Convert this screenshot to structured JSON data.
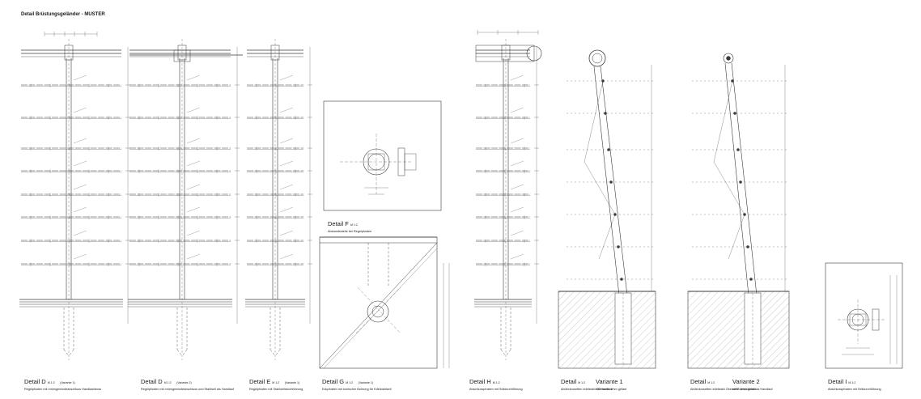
{
  "sheet": {
    "title": "Detail Brüstungsgeländer - MUSTER",
    "line_color": "#3a3a3a",
    "hatch_color": "#9a9a9a"
  },
  "details": [
    {
      "name": "Detail D",
      "scale": "M 1:2",
      "variant": "(Variante 1)",
      "caption": "Regelpfosten mit Innengewindeanschluss Handlaufstoss"
    },
    {
      "name": "Detail D",
      "scale": "M 1:2",
      "variant": "(Variante 2)",
      "caption": "Regelpfosten mit Innengewindeanschluss und Stahlseil als Handlauf"
    },
    {
      "name": "Detail E",
      "scale": "M 1:2",
      "variant": "(Variante 1)",
      "caption": "Regelpfosten mit Stahlseildurchführung"
    },
    {
      "name": "Detail F",
      "scale": "M 1:2",
      "variant": "",
      "caption": "Abstandsstelle bei Regelpfosten"
    },
    {
      "name": "Detail G",
      "scale": "M 1:2",
      "variant": "(Variante 1)",
      "caption": "Eckpfosten mit konischer Bohrung für Edelstahlseil"
    },
    {
      "name": "Detail H",
      "scale": "M 1:2",
      "variant": "",
      "caption": "Abschlusspfosten mit Seildurchführung"
    },
    {
      "name": "Detail",
      "scale": "M 1:2",
      "variant": "",
      "caption": "Abdeckrosetten edelstahl Oberseite 1mm gefast"
    },
    {
      "name": "Detail",
      "scale": "M 1:2",
      "variant": "",
      "caption": "Abdeckrosetten edelstahl Oberseite 1mm gefast"
    },
    {
      "name": "Detail I",
      "scale": "M 1:2",
      "variant": "",
      "caption": "Abschlusspfosten mit Seildurchführung"
    }
  ],
  "variants": [
    {
      "label": "Variante 1",
      "sub": "mit Handlauf"
    },
    {
      "label": "Variante 2",
      "sub": "mit Edelstahlseil als Handlauf"
    }
  ]
}
